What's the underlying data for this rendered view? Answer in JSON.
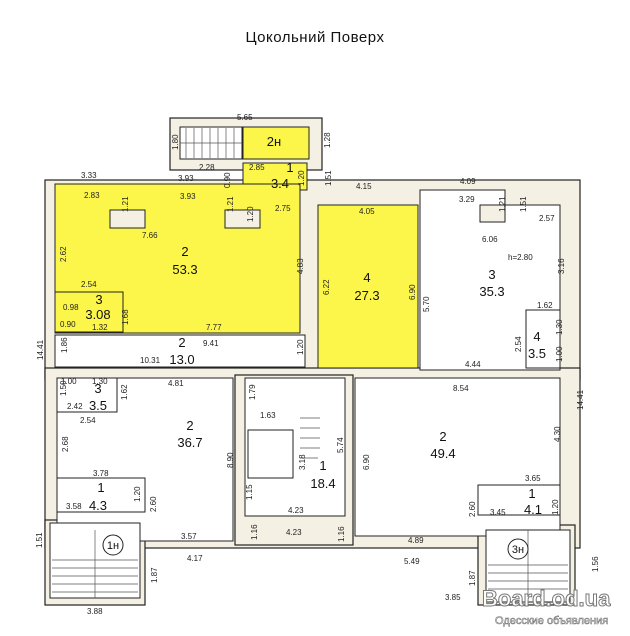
{
  "title": "Цокольний Поверх",
  "colors": {
    "highlight": "#fcf64a",
    "wall": "#f4f1e4"
  },
  "rooms": [
    {
      "number": "2н",
      "area": ""
    },
    {
      "number": "1",
      "area": "3.4"
    },
    {
      "number": "2",
      "area": "53.3"
    },
    {
      "number": "3",
      "area": "3.08"
    },
    {
      "number": "2",
      "area": "13.0"
    },
    {
      "number": "4",
      "area": "27.3"
    },
    {
      "number": "3",
      "area": "35.3",
      "note": "h=2.80"
    },
    {
      "number": "4",
      "area": "3.5"
    },
    {
      "number": "3",
      "area": "3.5"
    },
    {
      "number": "2",
      "area": "36.7"
    },
    {
      "number": "1",
      "area": "4.3"
    },
    {
      "number": "1н",
      "area": ""
    },
    {
      "number": "1",
      "area": "18.4"
    },
    {
      "number": "2",
      "area": "49.4"
    },
    {
      "number": "1",
      "area": "4.1"
    },
    {
      "number": "3н",
      "area": ""
    }
  ],
  "dims": [
    "5.65",
    "1.80",
    "1.28",
    "2.28",
    "0.90",
    "2.85",
    "1.20",
    "1.51",
    "3.33",
    "3.93",
    "2.83",
    "3.93",
    "1.21",
    "1.21",
    "2.75",
    "1.20",
    "7.66",
    "2.62",
    "4.83",
    "6.22",
    "2.54",
    "0.98",
    "0.90",
    "1.32",
    "1.68",
    "7.77",
    "9.41",
    "1.86",
    "10.31",
    "1.20",
    "14.41",
    "4.15",
    "4.05",
    "4.09",
    "3.29",
    "1.21",
    "1.51",
    "2.57",
    "6.06",
    "6.90",
    "5.70",
    "3.16",
    "1.62",
    "1.30",
    "2.54",
    "1.00",
    "4.44",
    "8.54",
    "14.41",
    "1.00",
    "1.30",
    "1.50",
    "1.62",
    "2.42",
    "2.54",
    "4.81",
    "2.68",
    "8.90",
    "3.78",
    "3.58",
    "1.20",
    "2.60",
    "3.57",
    "4.17",
    "1.51",
    "1.87",
    "3.88",
    "1.79",
    "1.63",
    "5.74",
    "3.18",
    "1.15",
    "4.23",
    "4.23",
    "1.16",
    "1.16",
    "6.90",
    "4.30",
    "3.65",
    "3.45",
    "1.20",
    "2.60",
    "4.89",
    "5.49",
    "1.87",
    "3.85",
    "1.56"
  ],
  "watermark": {
    "site": "Board.od.ua",
    "subtitle": "Одесские объявления"
  }
}
